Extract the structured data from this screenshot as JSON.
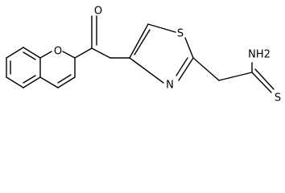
{
  "molecule": {
    "atoms": {
      "carbonyl_oxygen": "O",
      "ring_oxygen": "O",
      "thiazole_sulfur": "S",
      "thiazole_nitrogen": "N",
      "amine": "NH2",
      "thione_sulfur": "S"
    }
  }
}
